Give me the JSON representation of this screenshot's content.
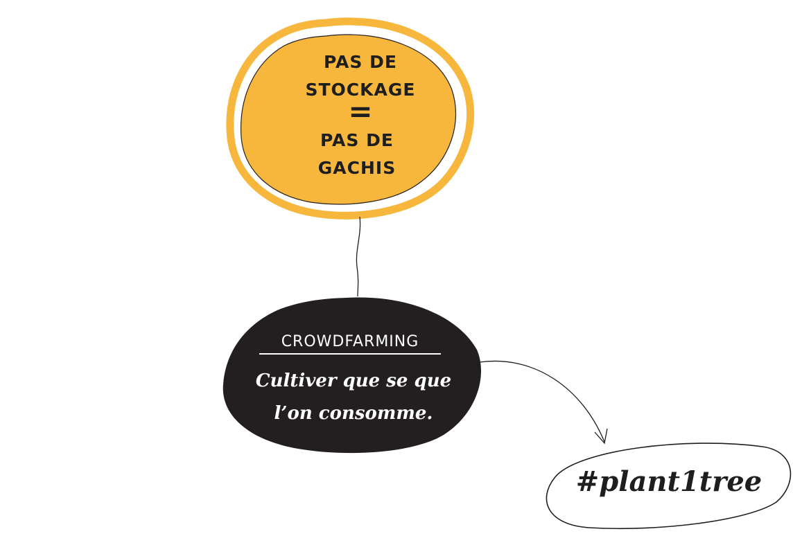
{
  "colors": {
    "yellow": "#f6b73c",
    "black": "#231f20",
    "white": "#ffffff",
    "line": "#1e1e1e"
  },
  "top_bubble": {
    "line1": "PAS DE",
    "line2": "STOCKAGE",
    "equals": "=",
    "line3": "PAS DE",
    "line4": "GACHIS"
  },
  "middle_bubble": {
    "title": "CROWDFARMING",
    "subtitle_line1": "Cultiver que se que",
    "subtitle_line2": "l’on consomme."
  },
  "bottom_bubble": {
    "hashtag": "#plant1tree"
  }
}
